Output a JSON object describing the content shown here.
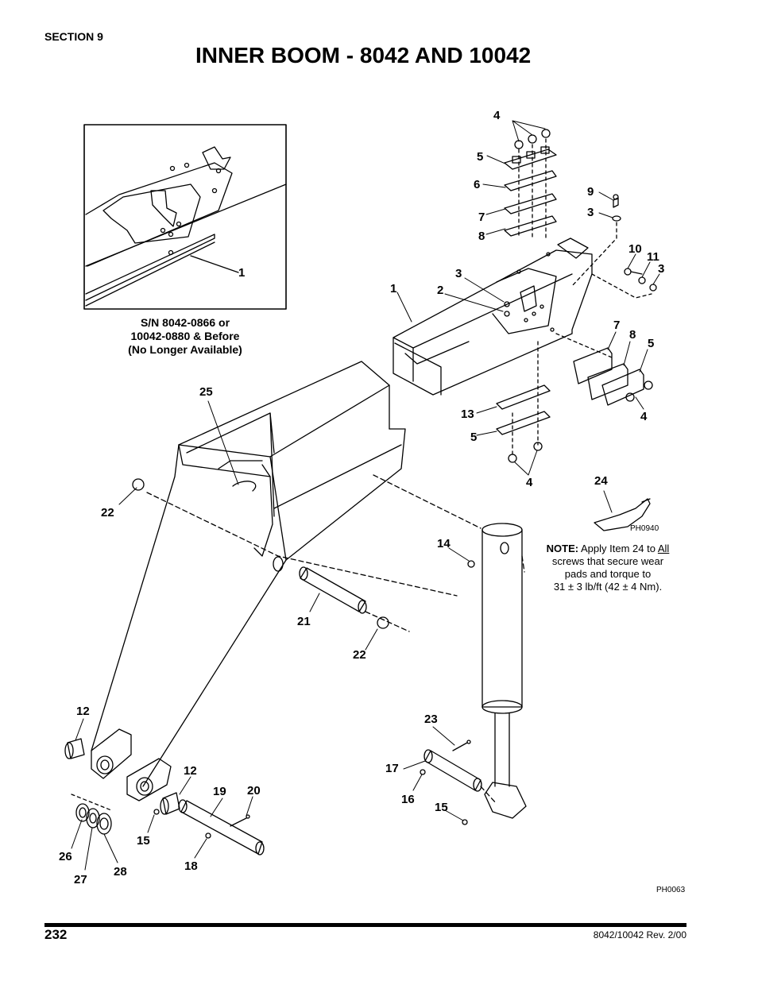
{
  "header": {
    "section": "SECTION 9",
    "title": "INNER BOOM - 8042 AND 10042"
  },
  "inset": {
    "caption_lines": [
      "S/N 8042-0866 or",
      "10042-0880 & Before",
      "(No Longer Available)"
    ]
  },
  "note": {
    "label": "NOTE:",
    "text_before": "Apply Item 24 to",
    "text_underlined": "All",
    "lines": [
      "screws that secure wear",
      "pads and  torque to",
      "31 ± 3 lb/ft (42 ± 4 Nm)."
    ]
  },
  "callouts": [
    "1",
    "1",
    "2",
    "3",
    "3",
    "3",
    "4",
    "4",
    "4",
    "5",
    "5",
    "5",
    "6",
    "7",
    "7",
    "8",
    "8",
    "9",
    "10",
    "11",
    "12",
    "12",
    "13",
    "14",
    "15",
    "15",
    "16",
    "17",
    "18",
    "19",
    "20",
    "21",
    "22",
    "22",
    "23",
    "24",
    "25",
    "26",
    "27",
    "28"
  ],
  "image_codes": {
    "adhesive": "PH0940",
    "main": "PH0063"
  },
  "footer": {
    "page_number": "232",
    "revision": "8042/10042 Rev. 2/00"
  }
}
